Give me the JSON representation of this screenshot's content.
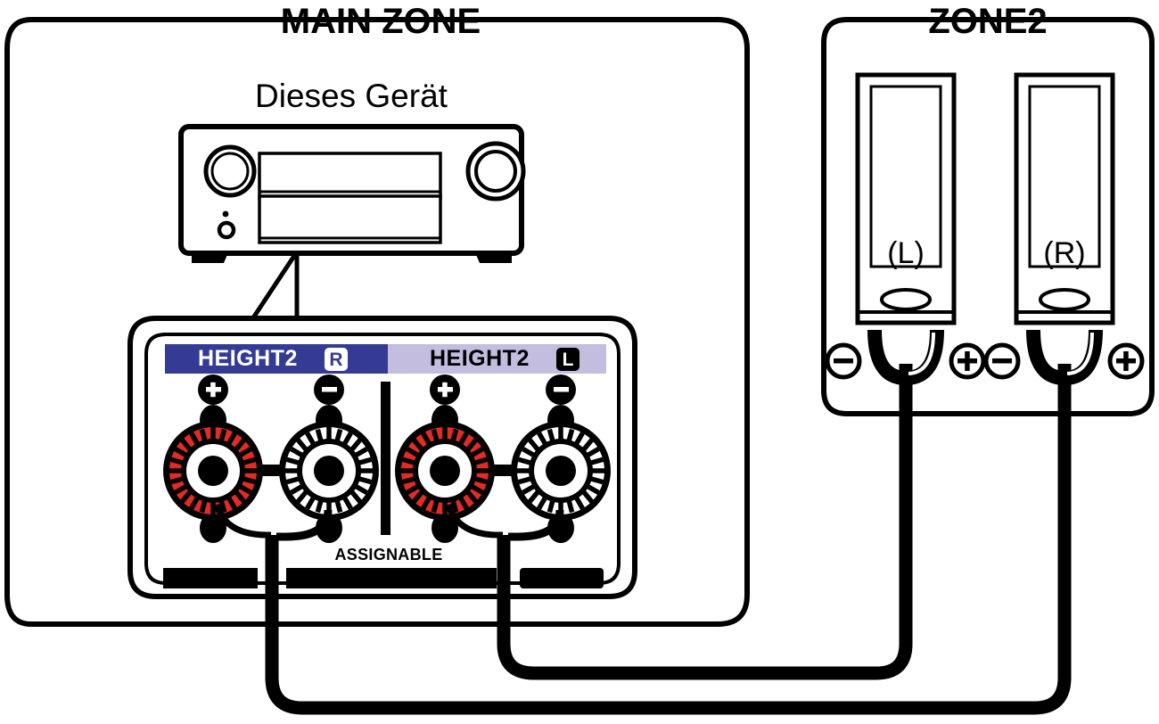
{
  "diagram": {
    "title": "Speaker connection diagram - MAIN ZONE to ZONE2",
    "colors": {
      "outline": "#000000",
      "positive_terminal_red": "#e32b26",
      "label_bar_dark": "#343b95",
      "label_bar_light": "#c3bddf",
      "cable": "#000000",
      "background": "#ffffff"
    }
  },
  "main_zone": {
    "title": "MAIN ZONE",
    "device_label": "Dieses Gerät",
    "terminal_panel": {
      "assignable_label": "ASSIGNABLE",
      "groups": [
        {
          "name": "height2-right",
          "label_text": "HEIGHT2",
          "badge": "R",
          "bar_color": "#343b95",
          "text_color": "#ffffff",
          "badge_bg": "#ffffff",
          "badge_fg": "#343b95",
          "posts": [
            {
              "polarity": "+",
              "sign": "+",
              "color": "#e32b26"
            },
            {
              "polarity": "-",
              "sign": "−",
              "color": "#ffffff"
            }
          ]
        },
        {
          "name": "height2-left",
          "label_text": "HEIGHT2",
          "badge": "L",
          "bar_color": "#c3bddf",
          "text_color": "#000000",
          "badge_bg": "#000000",
          "badge_fg": "#c3bddf",
          "posts": [
            {
              "polarity": "+",
              "sign": "+",
              "color": "#e32b26"
            },
            {
              "polarity": "-",
              "sign": "−",
              "color": "#ffffff"
            }
          ]
        }
      ]
    }
  },
  "zone2": {
    "title": "ZONE2",
    "speakers": [
      {
        "name": "speaker-left",
        "label": "(L)",
        "minus_sign": "⊖",
        "plus_sign": "⊕"
      },
      {
        "name": "speaker-right",
        "label": "(R)",
        "minus_sign": "⊖",
        "plus_sign": "⊕"
      }
    ]
  }
}
